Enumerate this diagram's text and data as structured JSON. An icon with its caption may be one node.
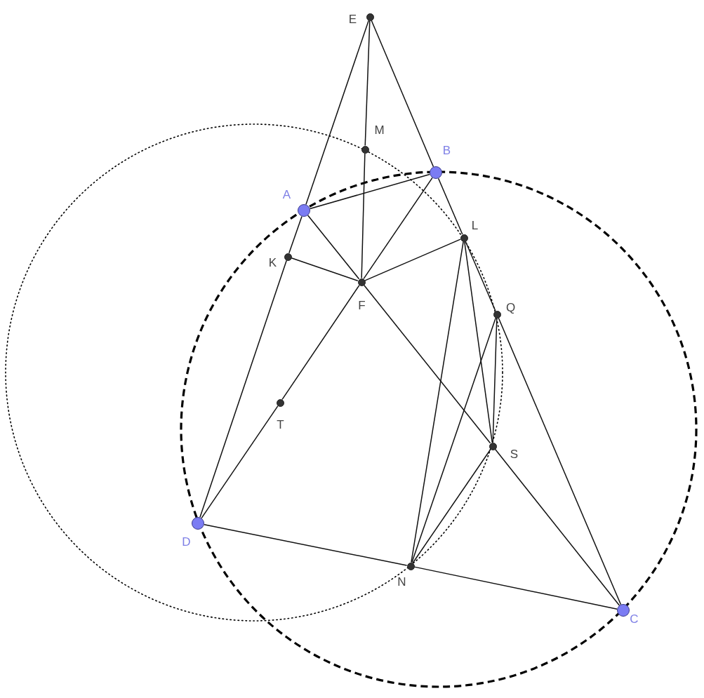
{
  "diagram": {
    "nodes": [
      {
        "text": [
          "E"
        ]
      },
      {
        "text": [
          "M"
        ]
      },
      {
        "text": [
          "B"
        ]
      },
      {
        "text": [
          "A"
        ]
      },
      {
        "text": [
          "L"
        ]
      },
      {
        "text": [
          "K"
        ]
      },
      {
        "text": [
          "F"
        ]
      },
      {
        "text": [
          "Q"
        ]
      },
      {
        "text": [
          "T"
        ]
      },
      {
        "text": [
          "S"
        ]
      },
      {
        "text": [
          "D"
        ]
      },
      {
        "text": [
          "N"
        ]
      },
      {
        "text": [
          "C"
        ]
      }
    ],
    "edges": [
      {
        "from": 0,
        "to": 3,
        "arrow": "none"
      },
      {
        "from": 3,
        "to": 5,
        "arrow": "none"
      },
      {
        "from": 5,
        "to": 10,
        "arrow": "none"
      },
      {
        "from": 0,
        "to": 2,
        "arrow": "none"
      },
      {
        "from": 2,
        "to": 4,
        "arrow": "none"
      },
      {
        "from": 4,
        "to": 7,
        "arrow": "none"
      },
      {
        "from": 7,
        "to": 12,
        "arrow": "none"
      },
      {
        "from": 0,
        "to": 1,
        "arrow": "none"
      },
      {
        "from": 1,
        "to": 6,
        "arrow": "none"
      },
      {
        "from": 3,
        "to": 2,
        "arrow": "none"
      },
      {
        "from": 3,
        "to": 6,
        "arrow": "none"
      },
      {
        "from": 6,
        "to": 9,
        "arrow": "none"
      },
      {
        "from": 9,
        "to": 12,
        "arrow": "none"
      },
      {
        "from": 2,
        "to": 6,
        "arrow": "none"
      },
      {
        "from": 6,
        "to": 8,
        "arrow": "none"
      },
      {
        "from": 8,
        "to": 10,
        "arrow": "none"
      },
      {
        "from": 5,
        "to": 6,
        "arrow": "none"
      },
      {
        "from": 6,
        "to": 4,
        "arrow": "none"
      },
      {
        "from": 10,
        "to": 11,
        "arrow": "none"
      },
      {
        "from": 11,
        "to": 12,
        "arrow": "none"
      },
      {
        "from": 4,
        "to": 11,
        "arrow": "none"
      },
      {
        "from": 4,
        "to": 9,
        "arrow": "none"
      },
      {
        "from": 7,
        "to": 11,
        "arrow": "none"
      },
      {
        "from": 7,
        "to": 9,
        "arrow": "none"
      },
      {
        "from": 9,
        "to": 11,
        "arrow": "none"
      }
    ]
  }
}
